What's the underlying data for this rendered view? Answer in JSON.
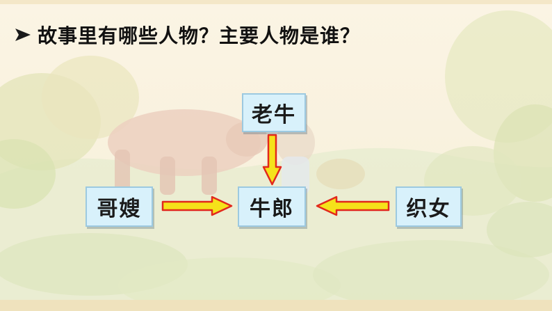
{
  "heading": {
    "text": "故事里有哪些人物？主要人物是谁？"
  },
  "diagram": {
    "nodes": {
      "top": "老牛",
      "left": "哥嫂",
      "center": "牛郎",
      "right": "织女"
    },
    "edges": [
      {
        "from": "老牛",
        "to": "牛郎"
      },
      {
        "from": "哥嫂",
        "to": "牛郎"
      },
      {
        "from": "织女",
        "to": "牛郎"
      }
    ]
  },
  "colors": {
    "arrow_fill": "#f5e21a",
    "arrow_stroke": "#e2281c",
    "node_fill": "#d8f1fb",
    "node_border": "#9cc9e0",
    "bullet": "#1a1a1a"
  },
  "icons": {
    "bullet": "arrow-bullet-icon"
  }
}
